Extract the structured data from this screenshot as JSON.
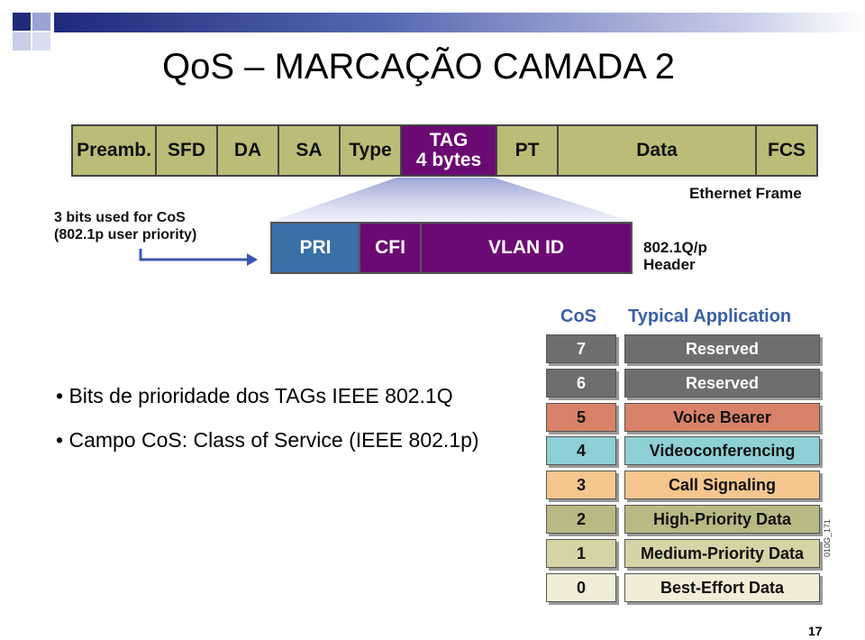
{
  "title": "QoS – MARCAÇÃO CAMADA 2",
  "ethernet_frame": {
    "fields": [
      "Preamb.",
      "SFD",
      "DA",
      "SA",
      "Type",
      "TAG",
      "PT",
      "Data",
      "FCS"
    ],
    "tag_line1": "TAG",
    "tag_line2": "4 bytes",
    "label": "Ethernet Frame"
  },
  "cos_note": {
    "line1": "3 bits used for CoS",
    "line2": "(802.1p user priority)"
  },
  "dot1q_header": {
    "fields": [
      "PRI",
      "CFI",
      "VLAN ID"
    ],
    "label_line1": "802.1Q/p",
    "label_line2": "Header"
  },
  "bullets": [
    "Bits de prioridade dos TAGs IEEE 802.1Q",
    "Campo CoS: Class of Service (IEEE 802.1p)"
  ],
  "cos_table": {
    "header_cos": "CoS",
    "header_app": "Typical Application",
    "rows": [
      {
        "cos": "7",
        "app": "Reserved",
        "color": "#6e6e6e",
        "text": "#ffffff"
      },
      {
        "cos": "6",
        "app": "Reserved",
        "color": "#6e6e6e",
        "text": "#ffffff"
      },
      {
        "cos": "5",
        "app": "Voice Bearer",
        "color": "#d9826a",
        "text": "#111111"
      },
      {
        "cos": "4",
        "app": "Videoconferencing",
        "color": "#8fcfd6",
        "text": "#111111"
      },
      {
        "cos": "3",
        "app": "Call Signaling",
        "color": "#f5c68e",
        "text": "#111111"
      },
      {
        "cos": "2",
        "app": "High-Priority Data",
        "color": "#b9b984",
        "text": "#111111"
      },
      {
        "cos": "1",
        "app": "Medium-Priority Data",
        "color": "#d6d3a6",
        "text": "#111111"
      },
      {
        "cos": "0",
        "app": "Best-Effort Data",
        "color": "#efeed6",
        "text": "#111111"
      }
    ],
    "figure_code": "010G_171"
  },
  "page_number": "17",
  "colors": {
    "frame": "#bcbc78",
    "tag": "#6b0a73",
    "pri": "#3a6fa8",
    "accent": "#3a5fa8"
  }
}
